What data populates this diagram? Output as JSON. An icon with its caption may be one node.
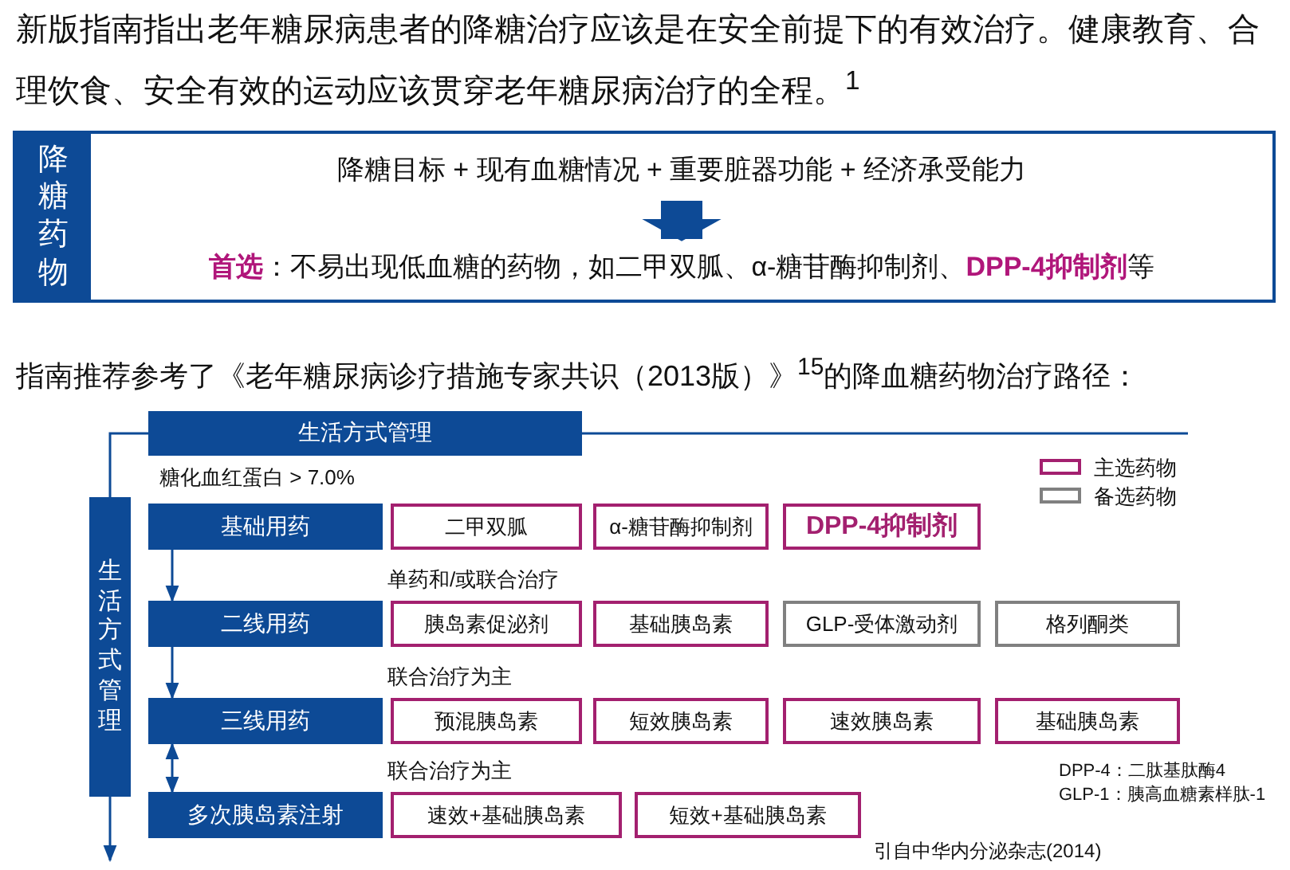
{
  "diagram": {
    "title": "新版指南指出老年糖尿病患者的降糖治疗应该是在安全前提下的有效治疗。健康教育、合理饮食、安全有效的运动应该贯穿老年糖尿病治疗的全程。$^{1}$",
    "nodes": [
      {
        "text": [],
        "shape": "box"
      },
      {
        "text": [
          "降糖药物"
        ],
        "in": 0
      },
      {
        "text": [
          "降糖目标 + 现有血糖情况 + 重要脏器功能 + 经济承受能力"
        ],
        "in": 0
      },
      {
        "text": [
          "**首选**：不易出现低血糖的药物，如二甲双胍、α-糖苷酶抑制剂、**DPP-4抑制剂**等"
        ],
        "in": 0
      },
      {
        "text": [
          "生活方式管理"
        ]
      },
      {
        "text": [
          "生活方式管理"
        ]
      },
      {
        "text": [
          "基础用药"
        ]
      },
      {
        "text": [
          "二甲双胍"
        ]
      },
      {
        "text": [
          "α-糖苷酶抑制剂"
        ]
      },
      {
        "text": [
          "DPP-4抑制剂"
        ]
      },
      {
        "text": [
          "二线用药"
        ]
      },
      {
        "text": [
          "胰岛素促泌剂"
        ]
      },
      {
        "text": [
          "基础胰岛素"
        ]
      },
      {
        "text": [
          "GLP-受体激动剂"
        ]
      },
      {
        "text": [
          "格列酮类"
        ]
      },
      {
        "text": [
          "三线用药"
        ]
      },
      {
        "text": [
          "预混胰岛素"
        ]
      },
      {
        "text": [
          "短效胰岛素"
        ]
      },
      {
        "text": [
          "速效胰岛素"
        ]
      },
      {
        "text": [
          "基础胰岛素"
        ]
      },
      {
        "text": [
          "多次胰岛素注射"
        ]
      },
      {
        "text": [
          "速效+基础胰岛素"
        ]
      },
      {
        "text": [
          "短效+基础胰岛素"
        ]
      }
    ],
    "edges": [
      {
        "from": 2,
        "to": 3,
        "arrow": "to",
        "style": "thick"
      },
      {
        "from": 4,
        "to": 5,
        "arrow": "none"
      },
      {
        "from": 6,
        "to": 10,
        "arrow": "to"
      },
      {
        "from": 10,
        "to": 15,
        "arrow": "to"
      },
      {
        "from": 15,
        "to": 20,
        "arrow": "both"
      },
      {
        "from": 5,
        "to": null,
        "arrow": "to"
      }
    ],
    "labels": [
      "指南推荐参考了《老年糖尿病诊疗措施专家共识（2013版）》$^{15}$的降血糖药物治疗路径：",
      "糖化血红蛋白 > 7.0%",
      "单药和/或联合治疗",
      "联合治疗为主",
      "联合治疗为主",
      "DPP-4：二肽基肽酶4",
      "GLP-1：胰高血糖素样肽-1",
      "引自中华内分泌杂志(2014)"
    ],
    "legend": [
      {
        "text": "主选药物"
      },
      {
        "text": "备选药物"
      }
    ]
  }
}
